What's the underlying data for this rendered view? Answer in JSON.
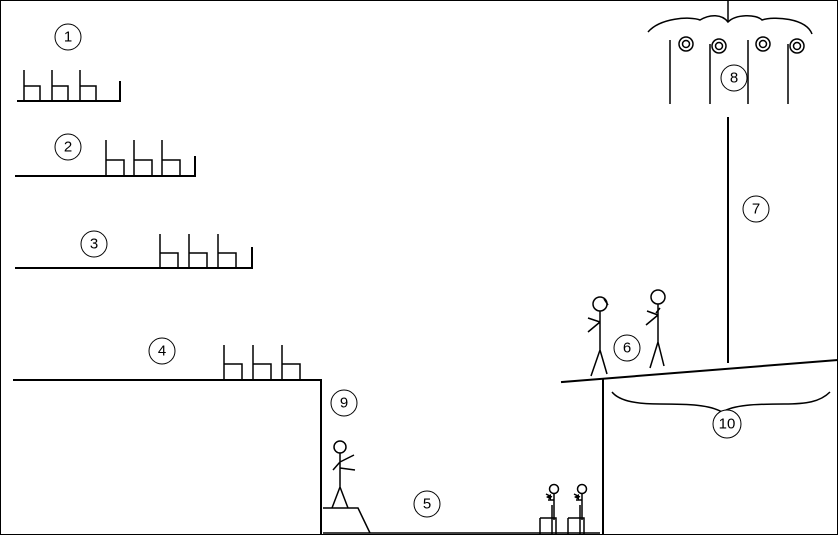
{
  "labels": {
    "l1": "1",
    "l2": "2",
    "l3": "3",
    "l4": "4",
    "l5": "5",
    "l6": "6",
    "l7": "7",
    "l8": "8",
    "l9": "9",
    "l10": "10"
  },
  "icons": {
    "seat": "chair-icon",
    "person": "stick-figure-icon",
    "speaker": "loudspeaker-icon"
  },
  "colors": {
    "line": "#000000",
    "background": "#ffffff"
  }
}
